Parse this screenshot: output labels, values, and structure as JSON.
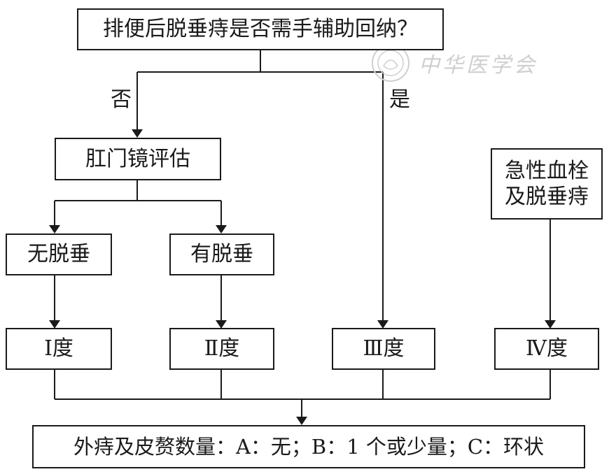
{
  "nodes": {
    "question": "排便后脱垂痔是否需手辅助回纳？",
    "anoscope": "肛门镜评估",
    "no_prolapse": "无脱垂",
    "prolapse": "有脱垂",
    "acute_line1": "急性血栓",
    "acute_line2": "及脱垂痔",
    "grade1": "Ⅰ度",
    "grade2": "Ⅱ度",
    "grade3": "Ⅲ度",
    "grade4": "Ⅳ度",
    "bottom": "外痔及皮赘数量：A：无；B：1 个或少量；C：环状"
  },
  "edge_labels": {
    "no": "否",
    "yes": "是"
  },
  "watermark": {
    "text": "中华医学会",
    "color": "#cfcfcf"
  },
  "colors": {
    "line": "#1a1a1a",
    "background": "#ffffff"
  }
}
